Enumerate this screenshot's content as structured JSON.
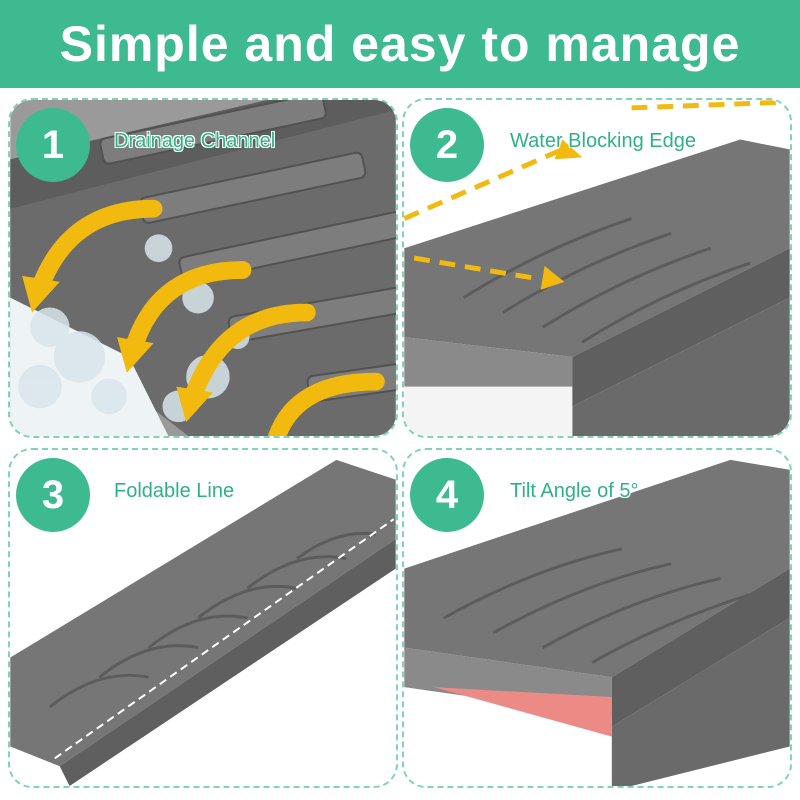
{
  "header": {
    "title": "Simple and easy to manage"
  },
  "panels": [
    {
      "number": "1",
      "label": "Drainage Channel"
    },
    {
      "number": "2",
      "label": "Water Blocking Edge"
    },
    {
      "number": "3",
      "label": "Foldable Line"
    },
    {
      "number": "4",
      "label": "Tilt Angle of 5°"
    }
  ],
  "colors": {
    "brand_green": "#3dba8f",
    "label_green": "#2fb187",
    "mat_gray": "#6b6b6b",
    "arrow_yellow": "#f2b90f",
    "tilt_pink": "#ec8a86"
  }
}
